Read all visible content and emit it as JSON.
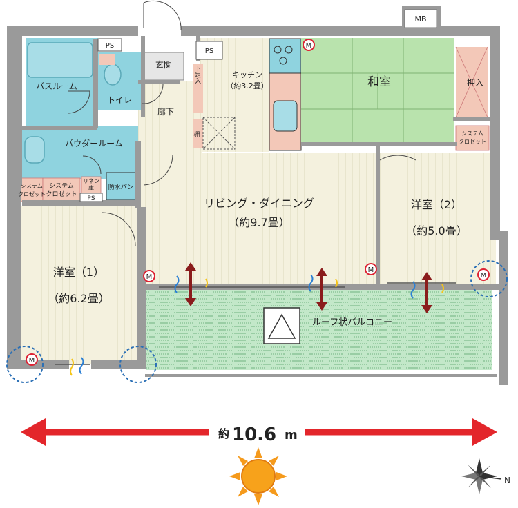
{
  "rooms": {
    "bathroom": "バスルーム",
    "toilet": "トイレ",
    "powder_room": "パウダールーム",
    "entrance": "玄関",
    "shoe_storage": "下足入",
    "hallway": "廊下",
    "shelf": "棚",
    "kitchen": "キッチン",
    "kitchen_size": "（約3.2畳）",
    "japanese_room": "和室",
    "oshiire": "押入",
    "ldk": "リビング・ダイニング",
    "ldk_size": "（約9.7畳）",
    "western1": "洋室（1）",
    "western1_size": "（約6.2畳）",
    "western2": "洋室（2）",
    "western2_size": "（約5.0畳）",
    "balcony": "ルーフ状バルコニー",
    "linen_l1": "リネン",
    "linen_l2": "庫",
    "waterproof_pan": "防水パン",
    "sys_closet_a_l1": "システム",
    "sys_closet_a_l2": "クロゼット",
    "sys_closet_b_l1": "システム",
    "sys_closet_b_l2": "クロゼット",
    "sys_closet_c_l1": "システム",
    "sys_closet_c_l2": "クロゼット"
  },
  "markers": {
    "ps": "PS",
    "mb": "MB",
    "m": "M"
  },
  "dimension": {
    "prefix": "約",
    "value": "10.6",
    "unit": "m"
  },
  "compass": {
    "north": "N"
  },
  "colors": {
    "bath_blue": "#8fd3df",
    "japanese_green": "#b9e3ad",
    "closet_pink": "#f3c8b8",
    "floor_wood": "#f3f0dc",
    "balcony_green": "#bfe8c6",
    "wall_gray": "#9a9a9a",
    "arrow_red": "#e3262b",
    "vent_brown": "#8a1c1c",
    "sun_orange": "#f59a1c"
  }
}
